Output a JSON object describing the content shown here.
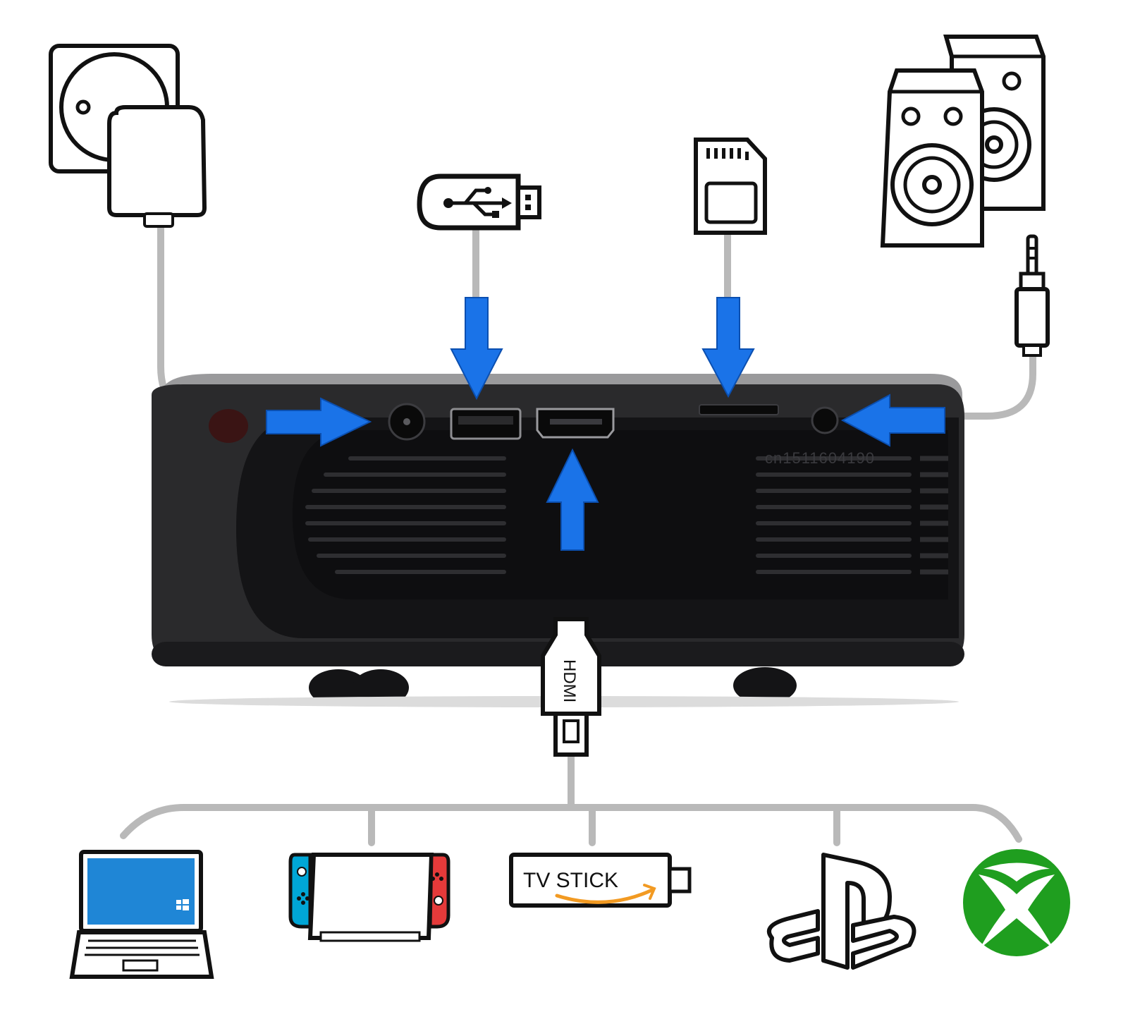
{
  "hdmi_plug_label": "HDMI",
  "tv_stick_label": "TV STICK",
  "projector_serial": "cn1511604190",
  "colors": {
    "arrow_blue": "#1a73e8",
    "cable_gray": "#b9b9b9",
    "projector_body": "#2a2a2c",
    "laptop_screen": "#1f86d6",
    "switch_left": "#00a6d6",
    "switch_right": "#e53a3a",
    "xbox_green": "#1f9e1f",
    "amazon_orange": "#f29a22"
  },
  "icons": {
    "power": "power-plug-icon",
    "usb": "usb-drive-icon",
    "sd": "sd-card-icon",
    "audio": "speakers-icon",
    "devices": [
      "laptop-icon",
      "nintendo-switch-icon",
      "tv-stick-icon",
      "playstation-icon",
      "xbox-icon"
    ]
  }
}
